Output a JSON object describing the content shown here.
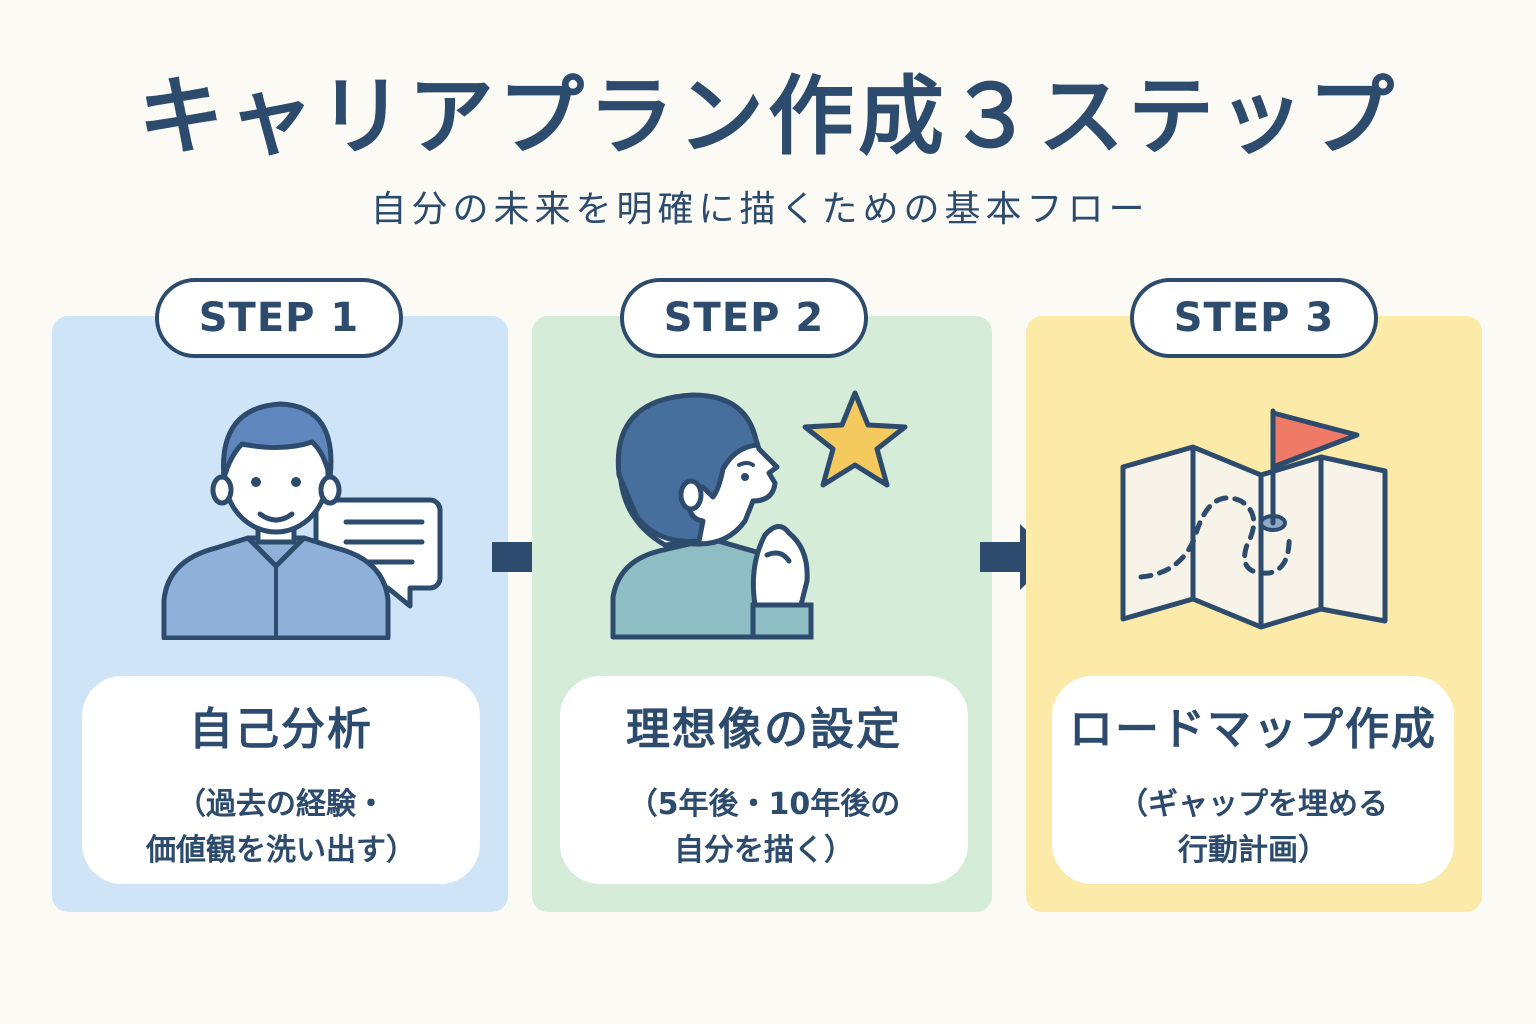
{
  "title": "キャリアプラン作成３ステップ",
  "subtitle": "自分の未来を明確に描くための基本フロー",
  "steps": [
    {
      "badge": "STEP 1",
      "label": "自己分析",
      "description": "（過去の経験・\n価値観を洗い出す）",
      "icon": "person-speech-bubble-icon",
      "color": "#cfe5f7"
    },
    {
      "badge": "STEP 2",
      "label": "理想像の設定",
      "description": "（5年後・10年後の\n自分を描く）",
      "icon": "person-thinking-star-icon",
      "color": "#d5ecd8"
    },
    {
      "badge": "STEP 3",
      "label": "ロードマップ作成",
      "description": "（ギャップを埋める\n行動計画）",
      "icon": "map-flag-icon",
      "color": "#fbeaa8"
    }
  ],
  "colors": {
    "text": "#2d4b6c",
    "background": "#fbfaf4",
    "arrow": "#2d4b6c",
    "star": "#f4c95d",
    "flag": "#f07a68"
  }
}
